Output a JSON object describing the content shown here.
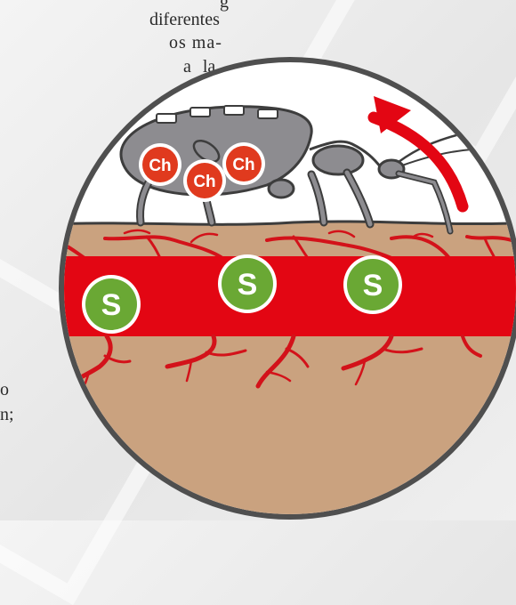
{
  "text_fragments": [
    "g",
    "diferentes",
    "os ma-",
    "a la",
    "o",
    "n;"
  ],
  "labels": {
    "chagas": [
      "Ch",
      "Ch",
      "Ch"
    ],
    "sano": [
      "S",
      "S",
      "S"
    ]
  },
  "colors": {
    "blood": "#e30613",
    "skin": "#caa27f",
    "vessel": "#d3121a",
    "ring": "#4f4f4f",
    "sky": "#ffffff",
    "badge_s": "#6aa834",
    "badge_ch": "#e03a1e",
    "insect": "#8d8c90",
    "arrow": "#e30613"
  }
}
